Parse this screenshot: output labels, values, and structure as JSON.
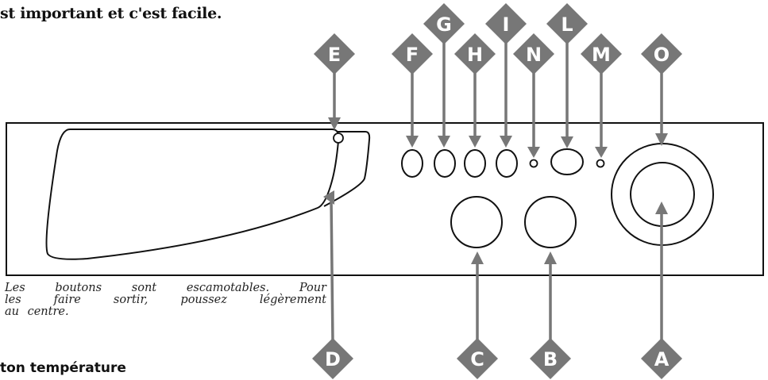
{
  "heading_top": "st important et c'est facile.",
  "heading_bottom": "ton température",
  "caption_lines": [
    "Les boutons sont escamotables. Pour",
    "les faire sortir, poussez légèrement",
    "au centre."
  ],
  "callouts": [
    "A",
    "B",
    "C",
    "D",
    "E",
    "F",
    "G",
    "H",
    "I",
    "L",
    "M",
    "N",
    "O"
  ],
  "colors": {
    "marker_fill": "#777777",
    "marker_text": "#ffffff",
    "line": "#111111"
  }
}
